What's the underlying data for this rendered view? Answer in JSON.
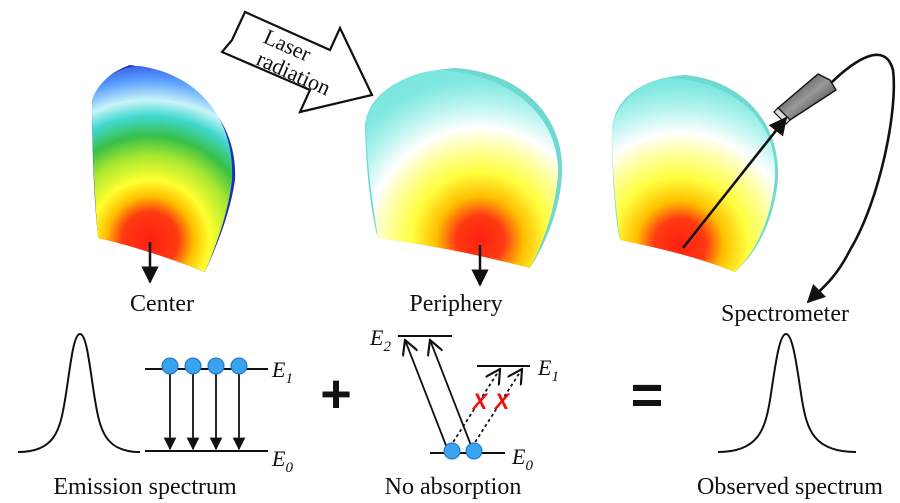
{
  "laser": {
    "line1": "Laser",
    "line2": "radiation"
  },
  "panels": {
    "center": {
      "label": "Center"
    },
    "periphery": {
      "label": "Periphery"
    },
    "spectrometer": {
      "label": "Spectrometer"
    }
  },
  "levels": {
    "e_symbol": "E",
    "e1_sub": "1",
    "e0_sub": "0",
    "e2_sub": "2"
  },
  "captions": {
    "emission": "Emission spectrum",
    "no_absorption": "No absorption",
    "observed": "Observed spectrum"
  },
  "operators": {
    "plus": "+",
    "equals": "="
  },
  "cross_mark": "X",
  "colors": {
    "hot_core": "#ff2a14",
    "blue_shell": "#2a3fd6",
    "cyan_shell": "#7fe8e0",
    "atom": "#3aa3f0"
  }
}
